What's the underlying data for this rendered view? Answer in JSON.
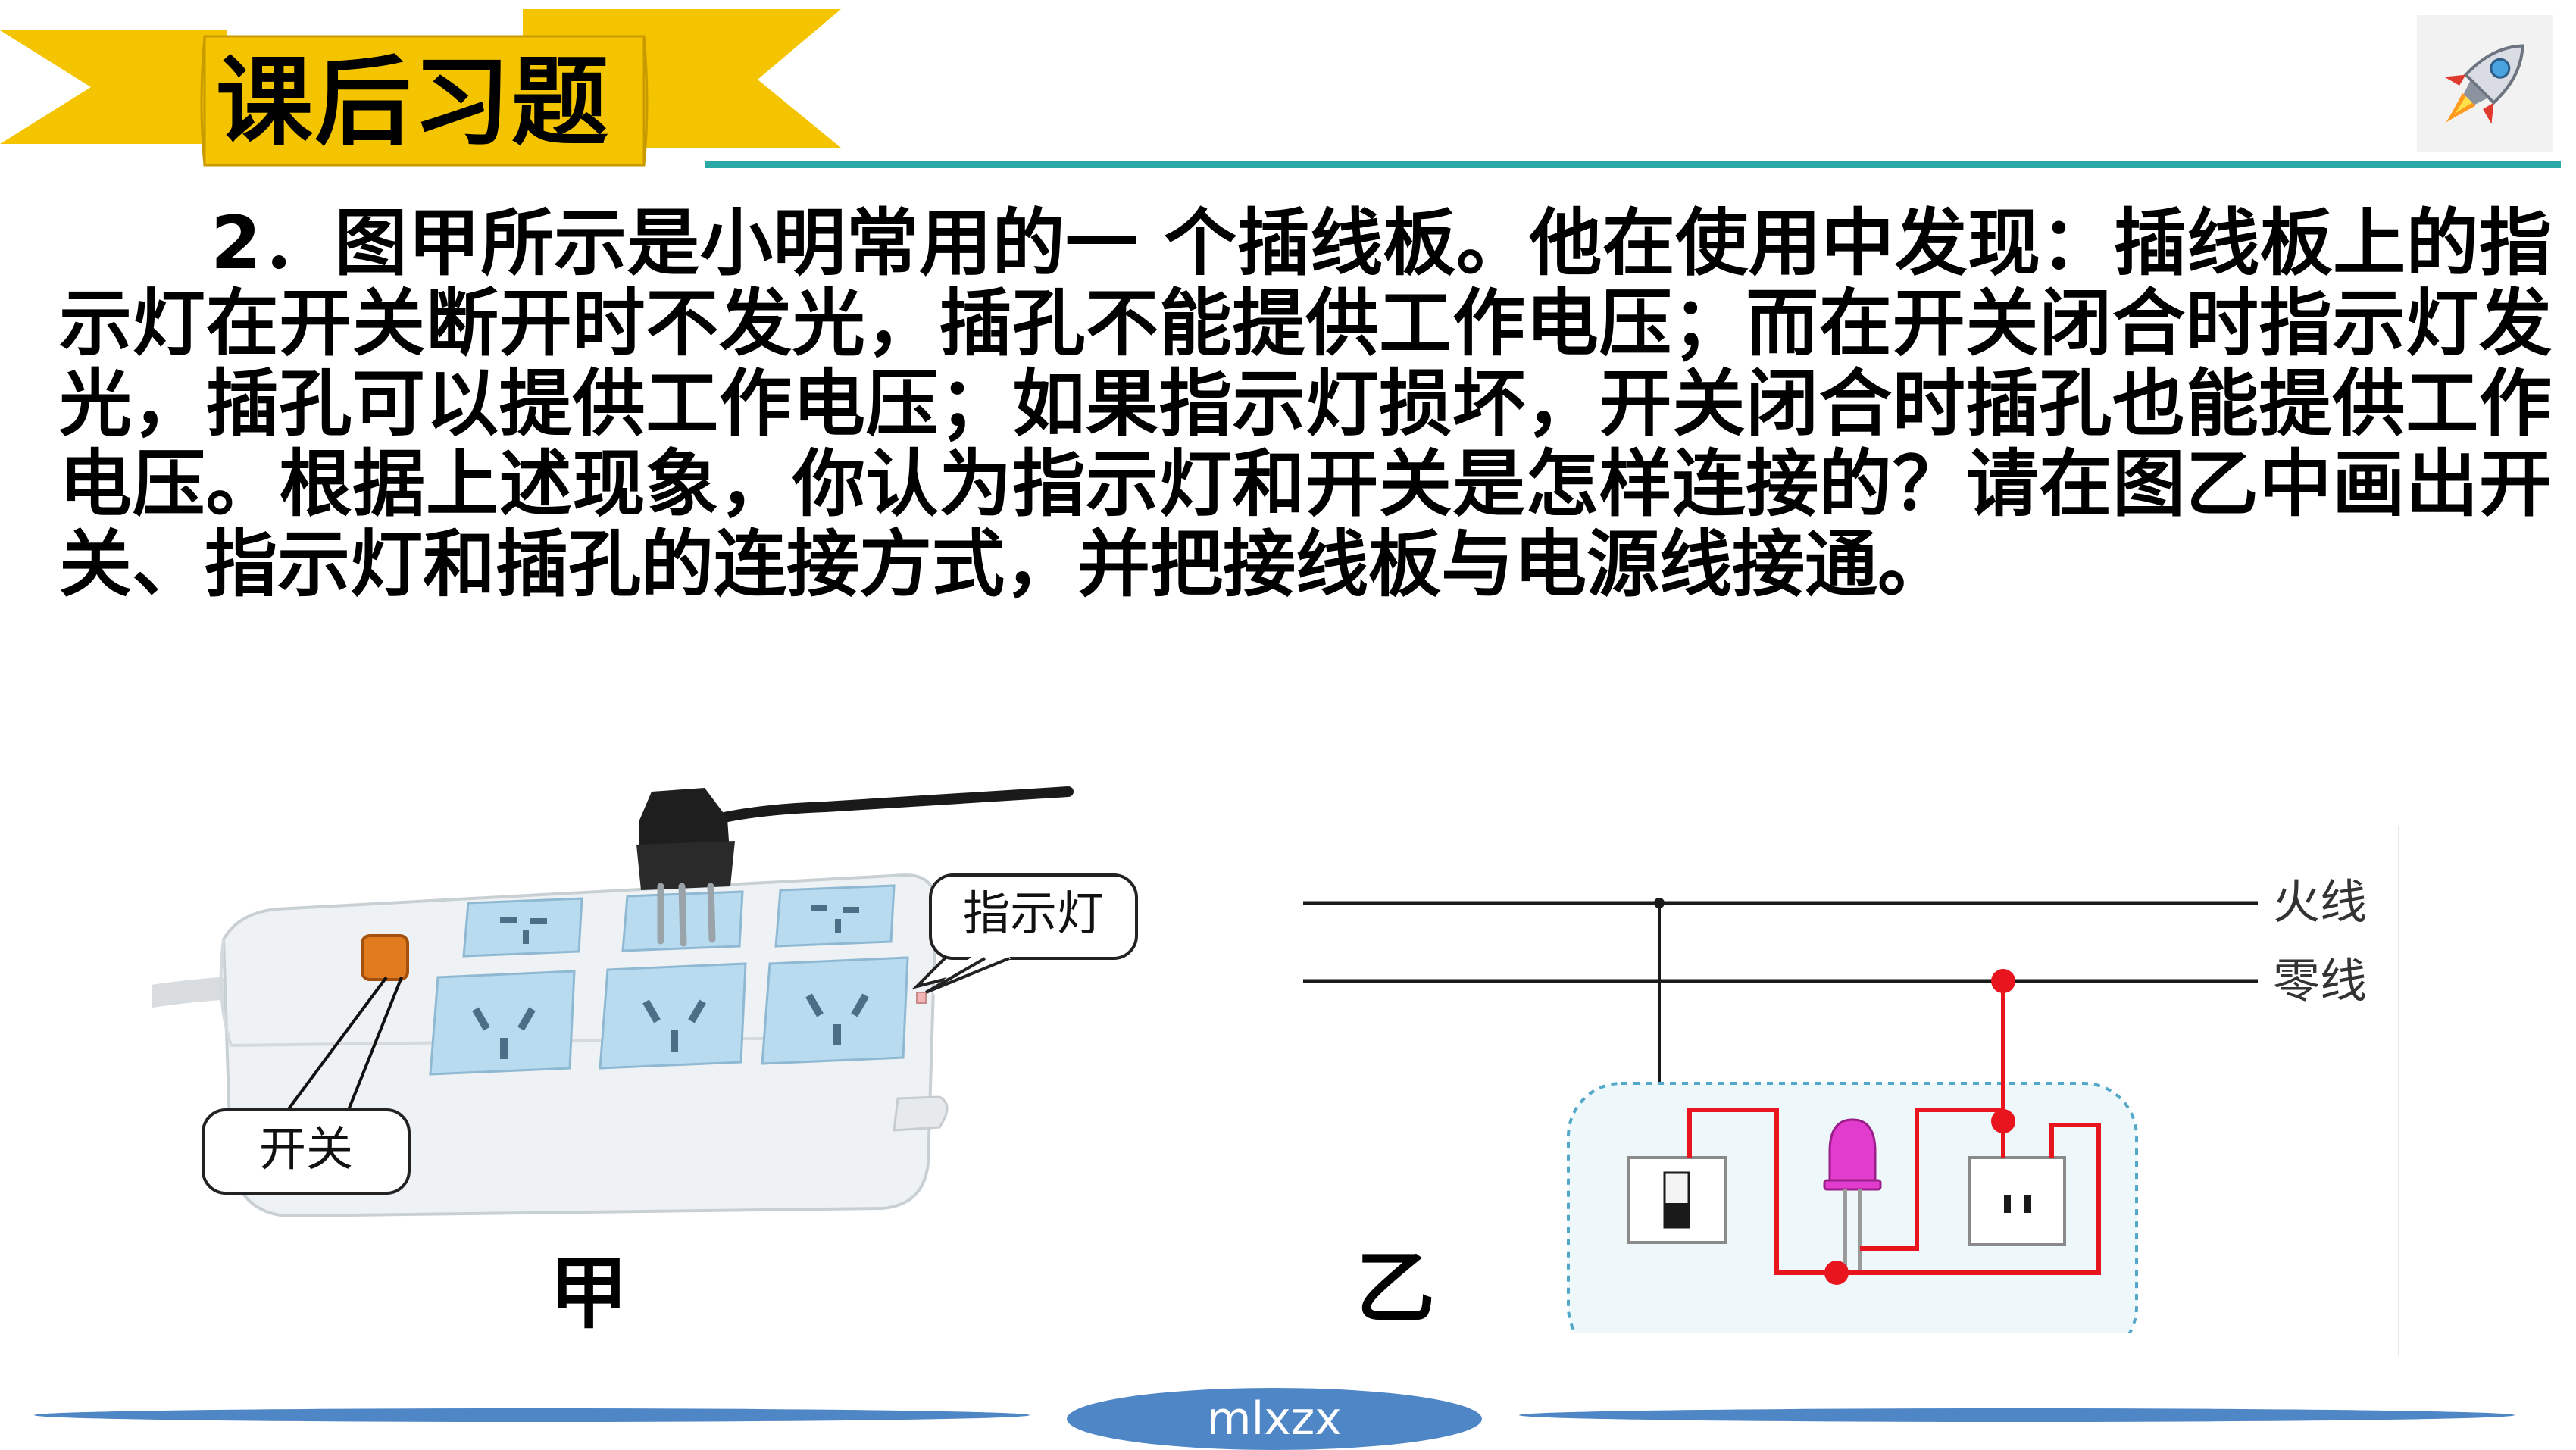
{
  "header": {
    "title": "课后习题"
  },
  "question": {
    "number": "2．",
    "text": "图甲所示是小明常用的一 个插线板。他在使用中发现：插线板上的指示灯在开关断开时不发光，插孔不能提供工作电压；而在开关闭合时指示灯发光，插孔可以提供工作电压；如果指示灯损坏，开关闭合时插孔也能提供工作电压。根据上述现象，你认为指示灯和开关是怎样连接的？请在图乙中画出开关、指示灯和插孔的连接方式，并把接线板与电源线接通。"
  },
  "figure_jia": {
    "label": "甲",
    "callout_indicator": "指示灯",
    "callout_switch": "开关"
  },
  "figure_yi": {
    "label": "乙",
    "live_wire": "火线",
    "neutral_wire": "零线"
  },
  "footer": {
    "badge": "mlxzx"
  },
  "colors": {
    "banner": "#f5c400",
    "accent_line": "#2aa9a6",
    "wire_red": "#e8141e",
    "footer_blue": "#4f86c6"
  }
}
